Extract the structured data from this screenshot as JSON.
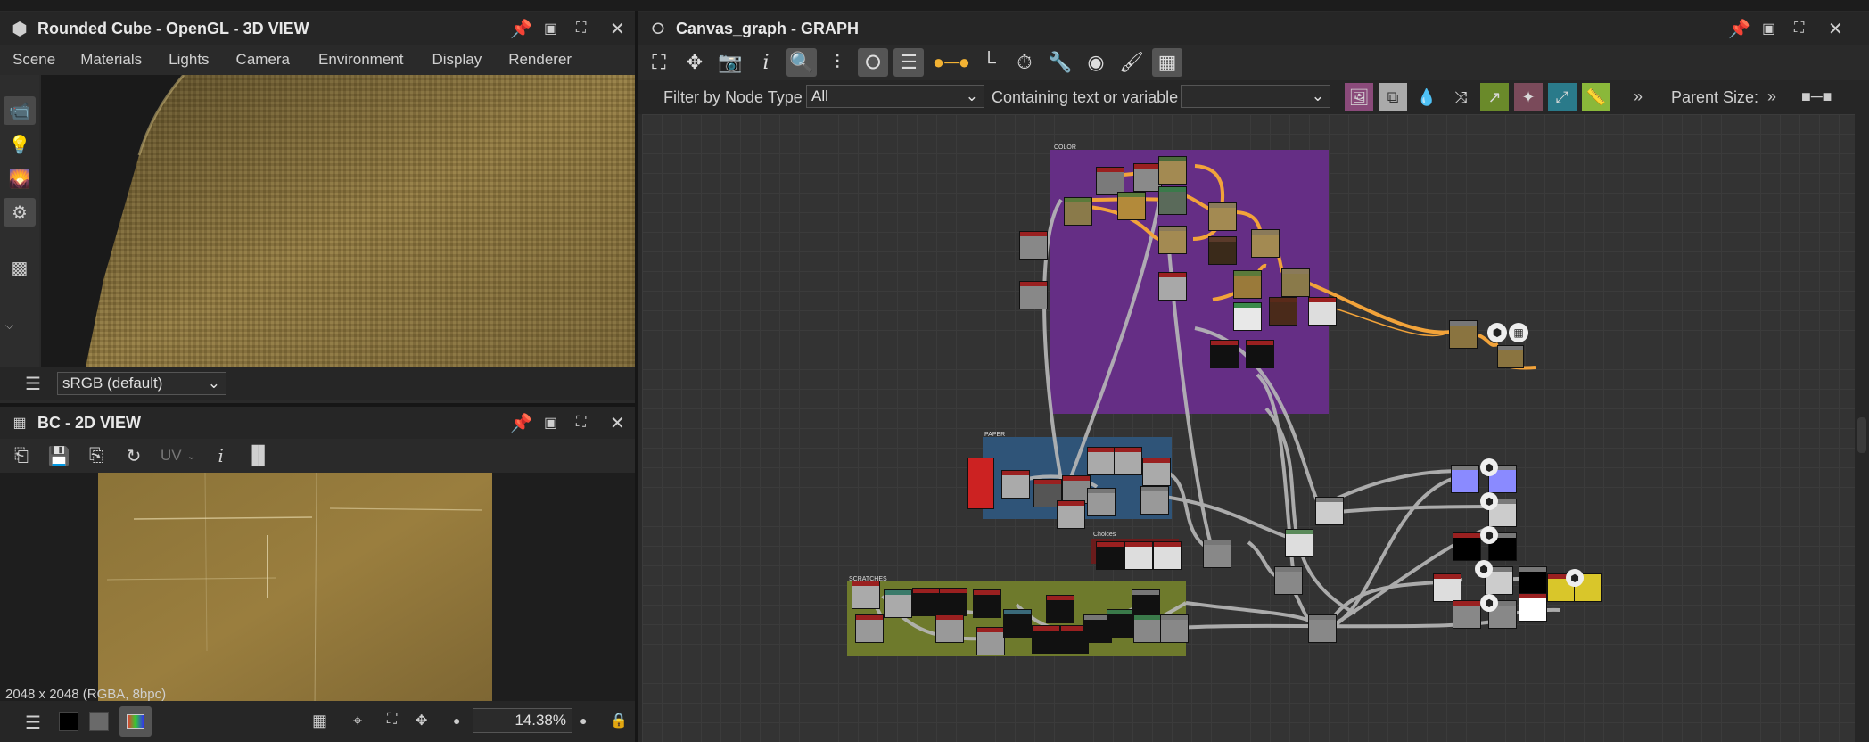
{
  "view3d": {
    "title": "Rounded Cube - OpenGL - 3D VIEW",
    "menu": [
      "Scene",
      "Materials",
      "Lights",
      "Camera",
      "Environment",
      "Display",
      "Renderer"
    ],
    "colorspace": "sRGB (default)"
  },
  "view2d": {
    "title": "BC - 2D VIEW",
    "uv_label": "UV",
    "info": "2048 x 2048 (RGBA, 8bpc)",
    "zoom": "14.38%"
  },
  "graph": {
    "title": "Canvas_graph - GRAPH",
    "filter_label": "Filter by Node Type",
    "filter_value": "All",
    "containing_label": "Containing text or variable",
    "containing_value": "",
    "parent_size_label": "Parent Size:",
    "frames": {
      "color": "COLOR",
      "paper": "PAPER",
      "choices": "Choices",
      "scratches": "SCRATCHES"
    }
  },
  "colors": {
    "frame_color": "#6a2e8e",
    "frame_paper": "#2f5478",
    "frame_scratches": "#6e7a2c",
    "frame_choices": "#6a1c1c",
    "wire_orange": "#f2a33a",
    "wire_gray": "#b8b8b8"
  }
}
